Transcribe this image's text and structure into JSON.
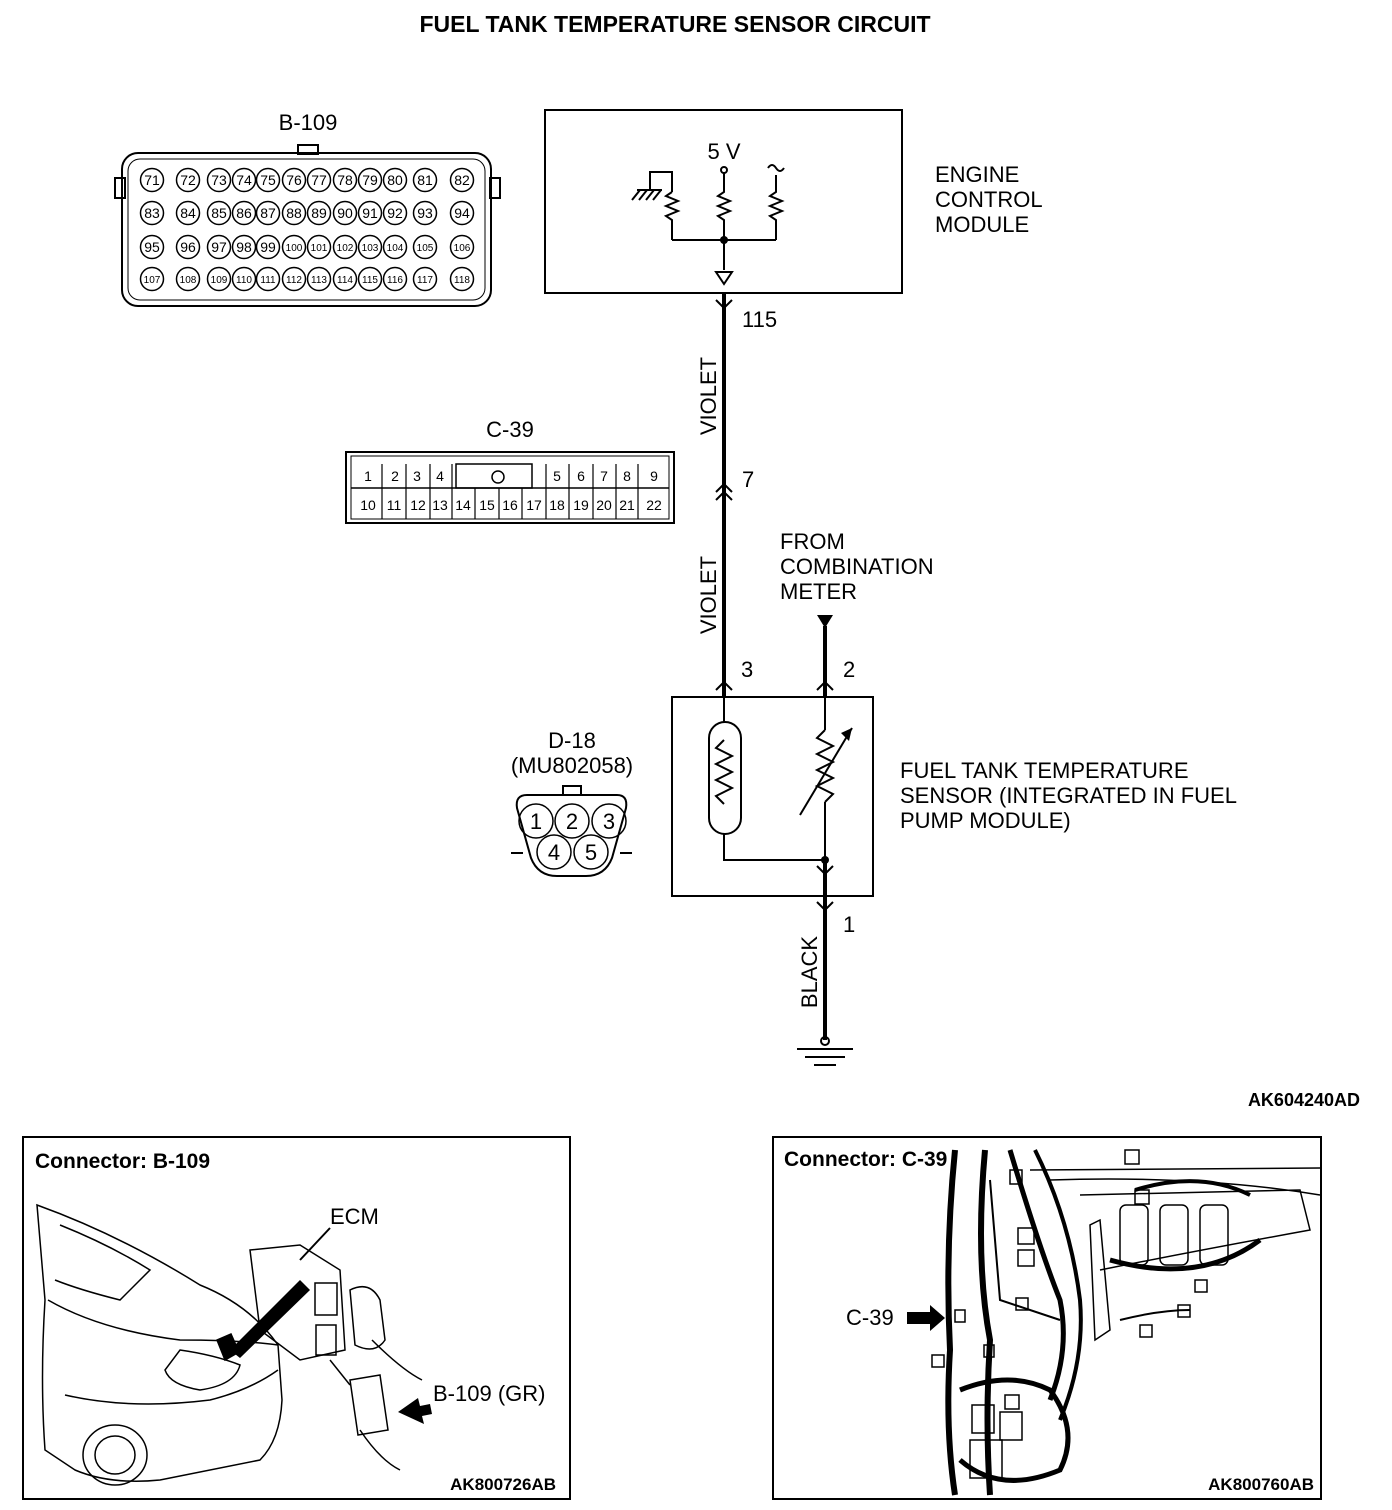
{
  "title": "FUEL TANK TEMPERATURE SENSOR CIRCUIT",
  "figure_code": "AK604240AD",
  "ecm": {
    "label_lines": [
      "ENGINE",
      "CONTROL",
      "MODULE"
    ],
    "supply": "5 V",
    "terminal": "115"
  },
  "connector_b109": {
    "id": "B-109",
    "rows": [
      [
        "71",
        "72",
        "73",
        "74",
        "75",
        "76",
        "77",
        "78",
        "79",
        "80",
        "81",
        "82"
      ],
      [
        "83",
        "84",
        "85",
        "86",
        "87",
        "88",
        "89",
        "90",
        "91",
        "92",
        "93",
        "94"
      ],
      [
        "95",
        "96",
        "97",
        "98",
        "99",
        "100",
        "101",
        "102",
        "103",
        "104",
        "105",
        "106"
      ],
      [
        "107",
        "108",
        "109",
        "110",
        "111",
        "112",
        "113",
        "114",
        "115",
        "116",
        "117",
        "118"
      ]
    ]
  },
  "connector_c39": {
    "id": "C-39",
    "top_row": [
      "1",
      "2",
      "3",
      "4",
      "5",
      "6",
      "7",
      "8",
      "9"
    ],
    "bottom_row": [
      "10",
      "11",
      "12",
      "13",
      "14",
      "15",
      "16",
      "17",
      "18",
      "19",
      "20",
      "21",
      "22"
    ],
    "terminal": "7"
  },
  "connector_d18": {
    "id": "D-18",
    "part_number": "(MU802058)",
    "pins": [
      "1",
      "2",
      "3",
      "4",
      "5"
    ]
  },
  "wires": {
    "upper_color": "VIOLET",
    "lower_color": "VIOLET",
    "ground_color": "BLACK"
  },
  "combination_meter": {
    "label_lines": [
      "FROM",
      "COMBINATION",
      "METER"
    ]
  },
  "sensor": {
    "label_lines": [
      "FUEL TANK TEMPERATURE",
      "SENSOR (INTEGRATED IN FUEL",
      "PUMP MODULE)"
    ],
    "terminal_signal": "3",
    "terminal_meter": "2",
    "terminal_ground": "1"
  },
  "panel_b109": {
    "title": "Connector: B-109",
    "ecm_label": "ECM",
    "callout": "B-109 (GR)",
    "code": "AK800726AB"
  },
  "panel_c39": {
    "title": "Connector: C-39",
    "callout": "C-39",
    "code": "AK800760AB"
  }
}
